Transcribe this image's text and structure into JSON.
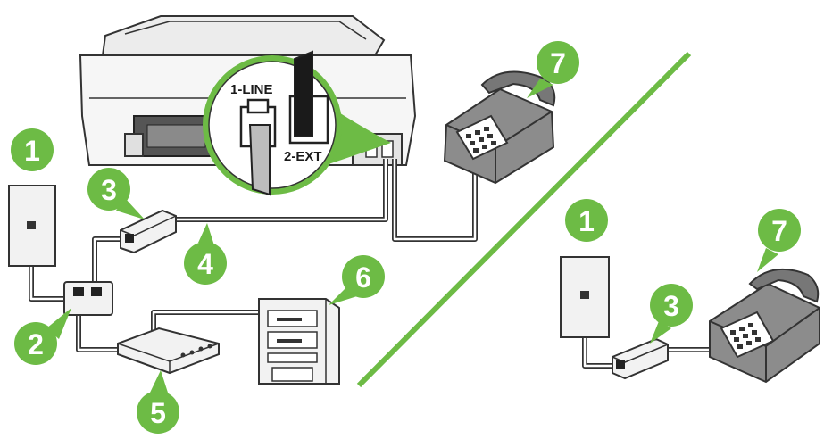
{
  "diagram": {
    "port_labels": {
      "line": "1-LINE",
      "ext": "2-EXT"
    },
    "callouts": {
      "left_wall_jack": "1",
      "splitter": "2",
      "dsl_filter_left": "3",
      "cable": "4",
      "modem": "5",
      "computer": "6",
      "telephone_left": "7",
      "right_wall_jack": "1",
      "dsl_filter_right": "3",
      "telephone_right": "7"
    },
    "colors": {
      "callout": "#6dbb45",
      "divider": "#6dbb45",
      "line_art": "#333333",
      "device_fill": "#f2f2f2",
      "shadow": "#d9d9d9"
    }
  }
}
